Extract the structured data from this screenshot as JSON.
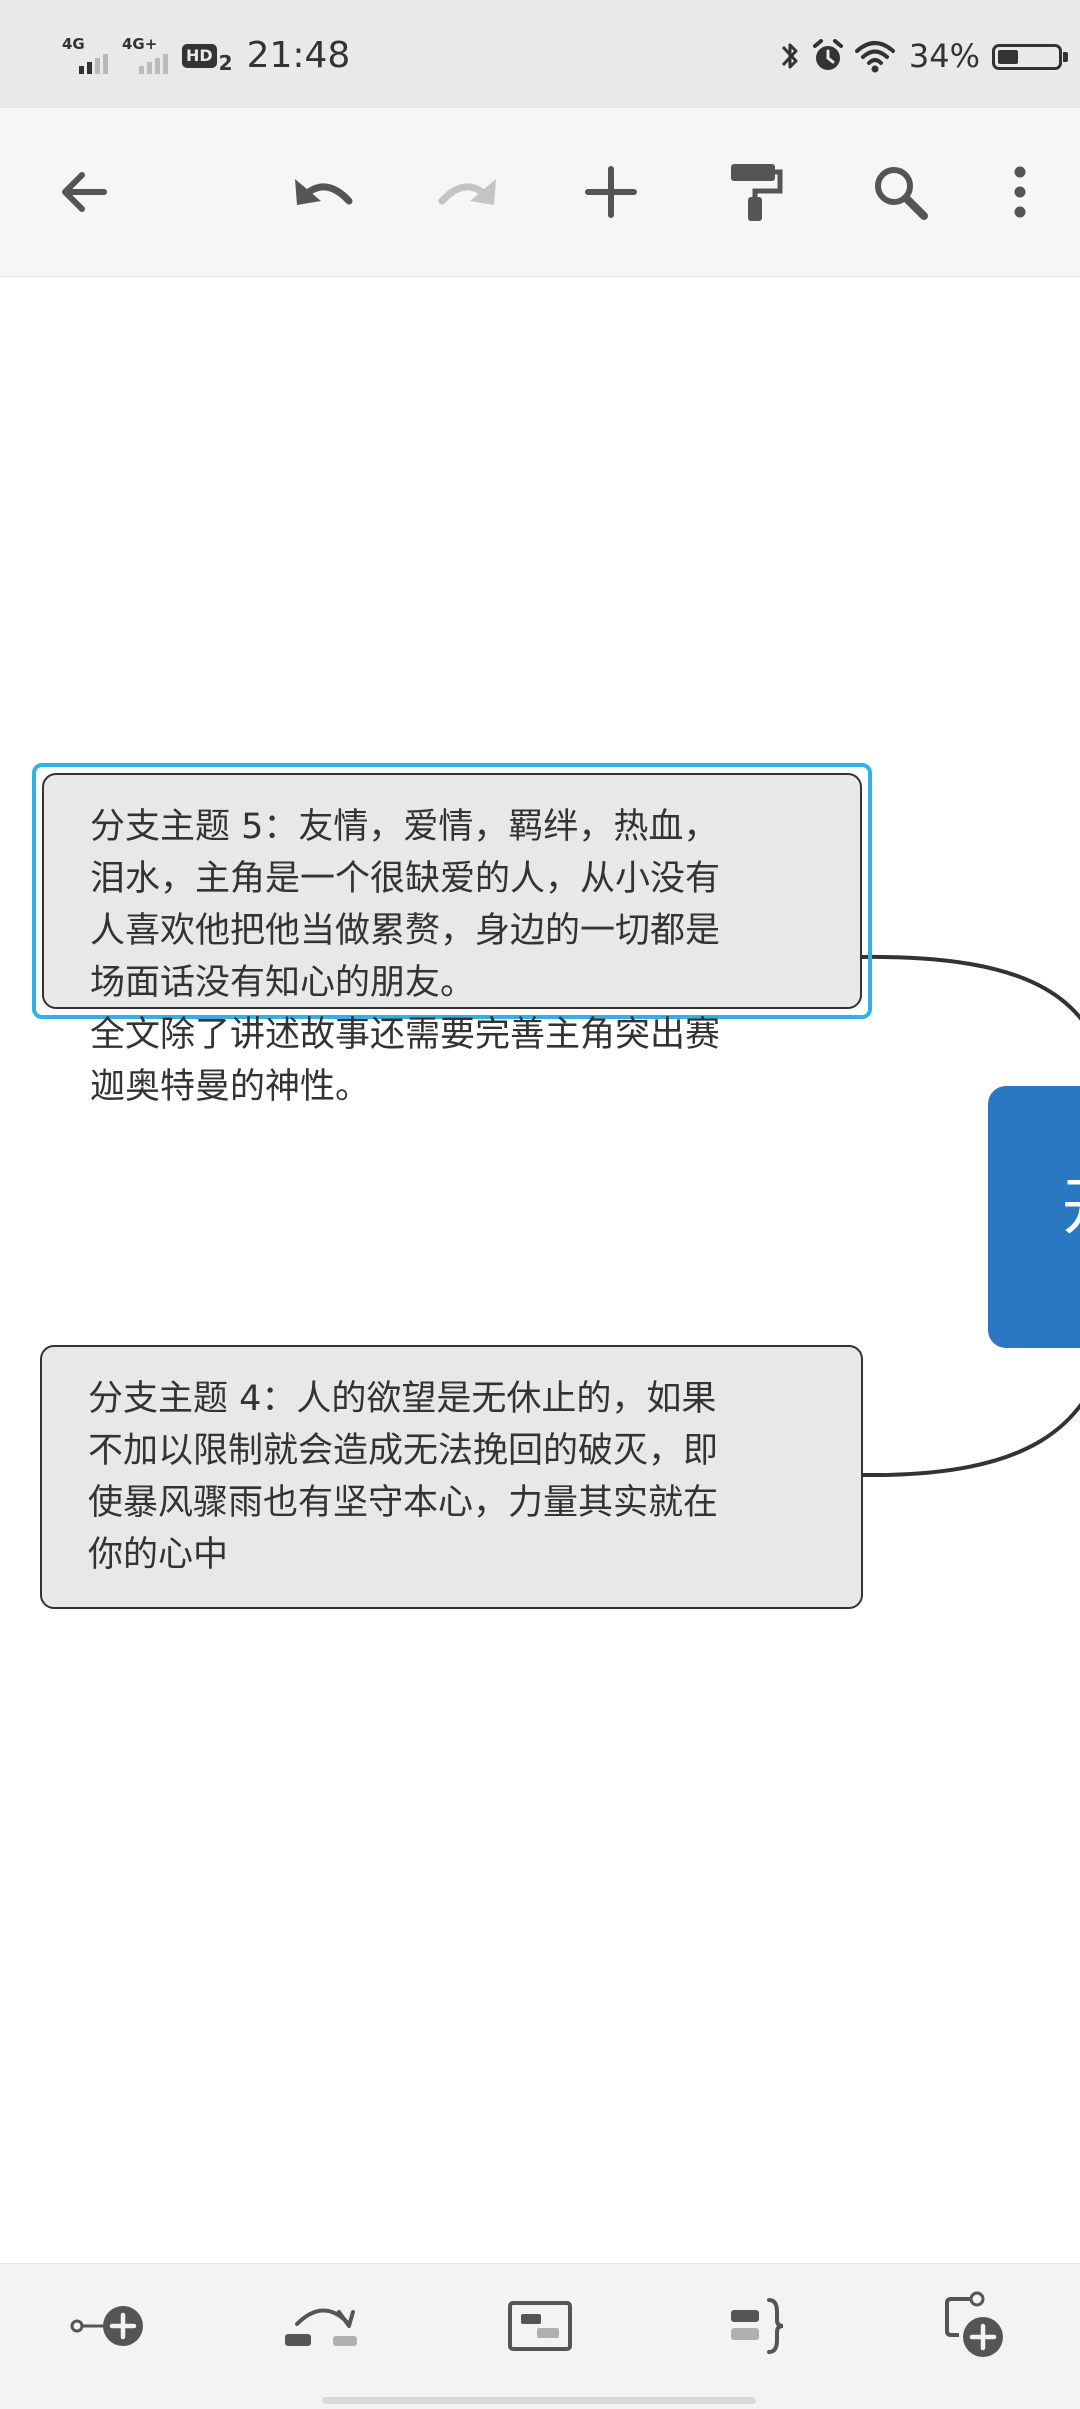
{
  "status_bar": {
    "network_1": "4G",
    "network_2": "4G+",
    "hd_label": "HD",
    "hd_sub": "2",
    "time": "21:48",
    "battery_percent": "34%",
    "battery_level": 0.34,
    "icons": [
      "bluetooth-icon",
      "alarm-icon",
      "wifi-icon",
      "battery-icon"
    ]
  },
  "toolbar": {
    "icons": [
      "back-arrow-icon",
      "undo-icon",
      "redo-icon",
      "add-icon",
      "format-painter-icon",
      "search-icon",
      "more-vert-icon"
    ]
  },
  "mindmap": {
    "topics": [
      {
        "id": "topic-5",
        "text": "分支主题 5：友情，爱情，羁绊，热血，\n泪水，主角是一个很缺爱的人，从小没有\n人喜欢他把他当做累赘，身边的一切都是\n场面话没有知心的朋友。\n全文除了讲述故事还需要完善主角突出赛\n迦奥特曼的神性。",
        "selected": true
      },
      {
        "id": "topic-4",
        "text": "分支主题 4：人的欲望是无休止的，如果\n不加以限制就会造成无法挽回的破灭，即\n使暴风骤雨也有坚守本心，力量其实就在\n你的心中",
        "selected": false
      }
    ],
    "central_topic_visible_text": "开",
    "colors": {
      "central_topic": "#2a77c2",
      "selection": "#2fb2e6",
      "topic_fill": "#e8e8e8"
    }
  },
  "bottom_bar": {
    "icons": [
      "add-subtopic-icon",
      "relationship-icon",
      "boundary-icon",
      "summary-icon",
      "add-floating-topic-icon"
    ]
  }
}
